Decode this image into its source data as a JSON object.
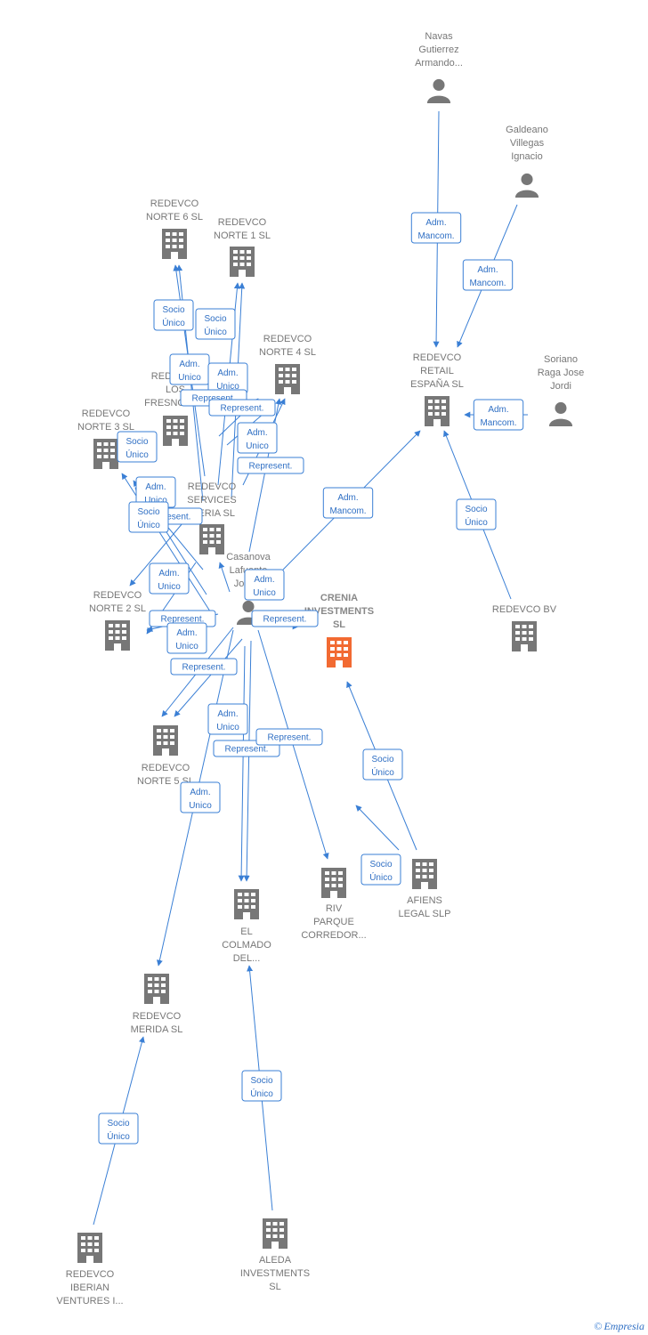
{
  "nodes": [
    {
      "id": "navas",
      "type": "person",
      "label": [
        "Navas",
        "Gutierrez",
        "Armando..."
      ]
    },
    {
      "id": "galdeano",
      "type": "person",
      "label": [
        "Galdeano",
        "Villegas",
        "Ignacio"
      ]
    },
    {
      "id": "soriano",
      "type": "person",
      "label": [
        "Soriano",
        "Raga Jose",
        "Jordi"
      ]
    },
    {
      "id": "casanova",
      "type": "person",
      "label": [
        "Casanova",
        "Lafuente",
        "Jose..."
      ]
    },
    {
      "id": "retail",
      "type": "company",
      "label": [
        "REDEVCO",
        "RETAIL",
        "ESPAÑA SL"
      ]
    },
    {
      "id": "norte6",
      "type": "company",
      "label": [
        "REDEVCO",
        "NORTE 6 SL"
      ]
    },
    {
      "id": "norte1",
      "type": "company",
      "label": [
        "REDEVCO",
        "NORTE 1 SL"
      ]
    },
    {
      "id": "norte4",
      "type": "company",
      "label": [
        "REDEVCO",
        "NORTE 4 SL"
      ]
    },
    {
      "id": "fresnos",
      "type": "company",
      "label": [
        "REDEVCO",
        "LOS",
        "FRESNOS SL"
      ]
    },
    {
      "id": "norte3",
      "type": "company",
      "label": [
        "REDEVCO",
        "NORTE 3 SL"
      ]
    },
    {
      "id": "services",
      "type": "company",
      "label": [
        "REDEVCO",
        "SERVICES",
        "IBERIA SL"
      ]
    },
    {
      "id": "norte2",
      "type": "company",
      "label": [
        "REDEVCO",
        "NORTE 2 SL"
      ]
    },
    {
      "id": "crenia",
      "type": "focus",
      "label": [
        "CRENIA",
        "INVESTMENTS",
        "SL"
      ]
    },
    {
      "id": "bv",
      "type": "company",
      "label": [
        "REDEVCO BV"
      ]
    },
    {
      "id": "norte5",
      "type": "company",
      "label": [
        "REDEVCO",
        "NORTE 5 SL"
      ]
    },
    {
      "id": "riv",
      "type": "company",
      "label": [
        "RIV",
        "PARQUE",
        "CORREDOR..."
      ]
    },
    {
      "id": "afiens",
      "type": "company",
      "label": [
        "AFIENS",
        "LEGAL SLP"
      ]
    },
    {
      "id": "colmado",
      "type": "company",
      "label": [
        "EL",
        "COLMADO",
        "DEL..."
      ]
    },
    {
      "id": "merida",
      "type": "company",
      "label": [
        "REDEVCO",
        "MERIDA SL"
      ]
    },
    {
      "id": "iberian",
      "type": "company",
      "label": [
        "REDEVCO",
        "IBERIAN",
        "VENTURES I..."
      ]
    },
    {
      "id": "aleda",
      "type": "company",
      "label": [
        "ALEDA",
        "INVESTMENTS",
        "SL"
      ]
    }
  ],
  "edges": [
    {
      "from": "navas",
      "to": "retail",
      "label": [
        "Adm.",
        "Mancom."
      ]
    },
    {
      "from": "galdeano",
      "to": "retail",
      "label": [
        "Adm.",
        "Mancom."
      ]
    },
    {
      "from": "soriano",
      "to": "retail",
      "label": [
        "Adm.",
        "Mancom."
      ]
    },
    {
      "from": "bv",
      "to": "retail",
      "label": [
        "Socio",
        "Único"
      ]
    },
    {
      "from": "casanova",
      "to": "retail",
      "label": [
        "Adm.",
        "Mancom."
      ]
    },
    {
      "from": "afiens",
      "to": "crenia",
      "label": [
        "Socio",
        "Único"
      ]
    },
    {
      "from": "casanova",
      "to": "crenia",
      "label": [
        "Represent."
      ]
    },
    {
      "from": "casanova",
      "to": "norte6",
      "label": [
        "Socio",
        "Único"
      ]
    },
    {
      "from": "casanova",
      "to": "norte1",
      "label": [
        "Socio",
        "Único"
      ]
    },
    {
      "from": "casanova",
      "to": "norte6",
      "label": [
        "Adm.",
        "Unico"
      ]
    },
    {
      "from": "casanova",
      "to": "norte1",
      "label": [
        "Adm.",
        "Unico"
      ]
    },
    {
      "from": "casanova",
      "to": "norte4",
      "label": [
        "Represent."
      ]
    },
    {
      "from": "casanova",
      "to": "norte4",
      "label": [
        "Represent."
      ]
    },
    {
      "from": "casanova",
      "to": "norte4",
      "label": [
        "Adm.",
        "Unico"
      ]
    },
    {
      "from": "casanova",
      "to": "norte4",
      "label": [
        "Represent."
      ]
    },
    {
      "from": "casanova",
      "to": "norte3",
      "label": [
        "Socio",
        "Único"
      ]
    },
    {
      "from": "casanova",
      "to": "norte3",
      "label": [
        "Adm.",
        "Unico"
      ]
    },
    {
      "from": "casanova",
      "to": "norte3",
      "label": [
        "Represent."
      ]
    },
    {
      "from": "casanova",
      "to": "norte2",
      "label": [
        "Socio",
        "Único"
      ]
    },
    {
      "from": "casanova",
      "to": "norte2",
      "label": [
        "Adm.",
        "Unico"
      ]
    },
    {
      "from": "casanova",
      "to": "norte2",
      "label": [
        "Represent."
      ]
    },
    {
      "from": "casanova",
      "to": "services",
      "label": [
        "Adm.",
        "Unico"
      ]
    },
    {
      "from": "casanova",
      "to": "norte5",
      "label": [
        "Adm.",
        "Unico"
      ]
    },
    {
      "from": "casanova",
      "to": "norte5",
      "label": [
        "Represent."
      ]
    },
    {
      "from": "casanova",
      "to": "colmado",
      "label": [
        "Adm.",
        "Unico"
      ]
    },
    {
      "from": "casanova",
      "to": "colmado",
      "label": [
        "Represent."
      ]
    },
    {
      "from": "casanova",
      "to": "riv",
      "label": [
        "Represent."
      ]
    },
    {
      "from": "casanova",
      "to": "merida",
      "label": [
        "Adm.",
        "Unico"
      ]
    },
    {
      "from": "iberian",
      "to": "merida",
      "label": [
        "Socio",
        "Único"
      ]
    },
    {
      "from": "aleda",
      "to": "colmado",
      "label": [
        "Socio",
        "Único"
      ]
    },
    {
      "from": "afiens",
      "to": "riv",
      "label": [
        "Socio",
        "Único"
      ]
    }
  ],
  "colors": {
    "edge": "#3a7fd5",
    "node": "#777777",
    "focus": "#f26a32"
  },
  "footer": {
    "copyright": "©",
    "brand": "Empresia"
  }
}
